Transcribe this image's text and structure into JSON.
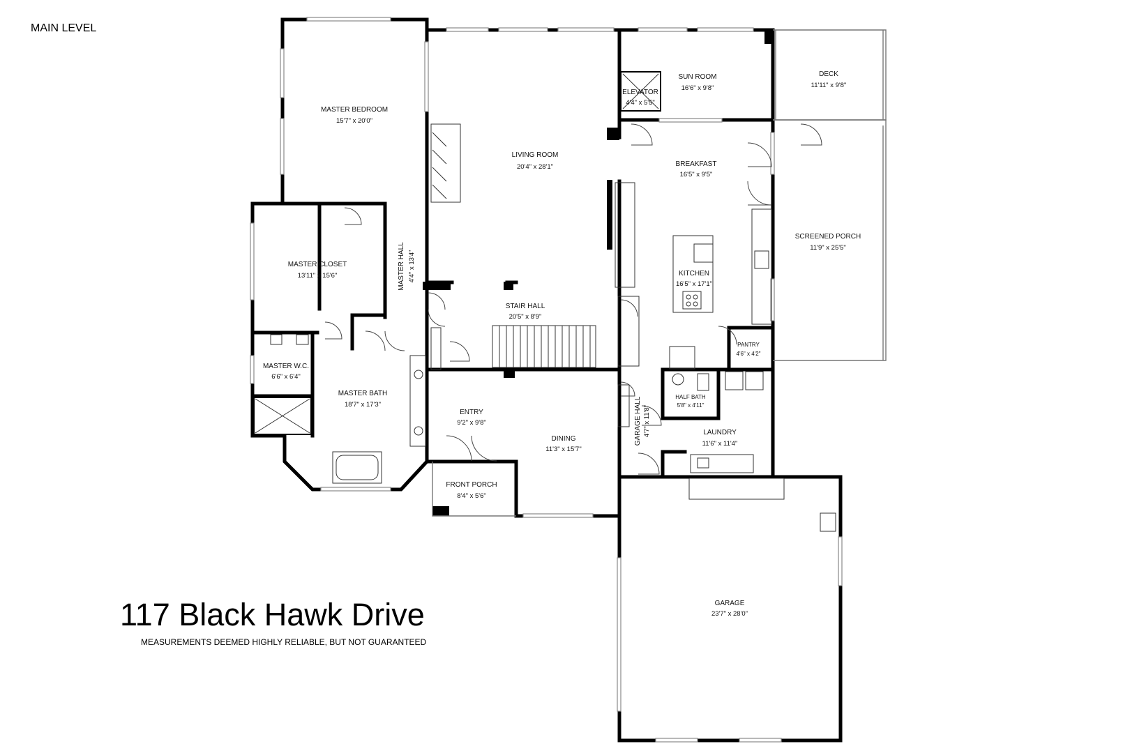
{
  "level_label": "MAIN LEVEL",
  "address": "117 Black Hawk Drive",
  "disclaimer": "MEASUREMENTS DEEMED HIGHLY RELIABLE, BUT NOT GUARANTEED",
  "rooms": {
    "master_bedroom": {
      "name": "MASTER BEDROOM",
      "dims": "15'7\" x 20'0\""
    },
    "living_room": {
      "name": "LIVING ROOM",
      "dims": "20'4\" x 28'1\""
    },
    "elevator": {
      "name": "ELEVATOR",
      "dims": "4'4\" x 5'5\""
    },
    "sun_room": {
      "name": "SUN ROOM",
      "dims": "16'6\" x 9'8\""
    },
    "deck": {
      "name": "DECK",
      "dims": "11'11\" x 9'8\""
    },
    "breakfast": {
      "name": "BREAKFAST",
      "dims": "16'5\" x 9'5\""
    },
    "screened_porch": {
      "name": "SCREENED PORCH",
      "dims": "11'9\" x 25'5\""
    },
    "master_closet": {
      "name": "MASTER CLOSET",
      "dims": "13'11\" x 15'6\""
    },
    "master_hall": {
      "name": "MASTER HALL",
      "dims": "4'4\" x 13'4\""
    },
    "kitchen": {
      "name": "KITCHEN",
      "dims": "16'5\" x 17'1\""
    },
    "stair_hall": {
      "name": "STAIR HALL",
      "dims": "20'5\" x 8'9\""
    },
    "pantry": {
      "name": "PANTRY",
      "dims": "4'6\" x 4'2\""
    },
    "master_wc": {
      "name": "MASTER W.C.",
      "dims": "6'6\" x 6'4\""
    },
    "master_bath": {
      "name": "MASTER BATH",
      "dims": "18'7\" x 17'3\""
    },
    "half_bath": {
      "name": "HALF BATH",
      "dims": "5'8\" x 4'11\""
    },
    "garage_hall": {
      "name": "GARAGE HALL",
      "dims": "4'7\" x 11'8\""
    },
    "entry": {
      "name": "ENTRY",
      "dims": "9'2\" x 9'8\""
    },
    "dining": {
      "name": "DINING",
      "dims": "11'3\" x 15'7\""
    },
    "laundry": {
      "name": "LAUNDRY",
      "dims": "11'6\" x 11'4\""
    },
    "front_porch": {
      "name": "FRONT PORCH",
      "dims": "8'4\" x 5'6\""
    },
    "garage": {
      "name": "GARAGE",
      "dims": "23'7\" x 28'0\""
    }
  }
}
